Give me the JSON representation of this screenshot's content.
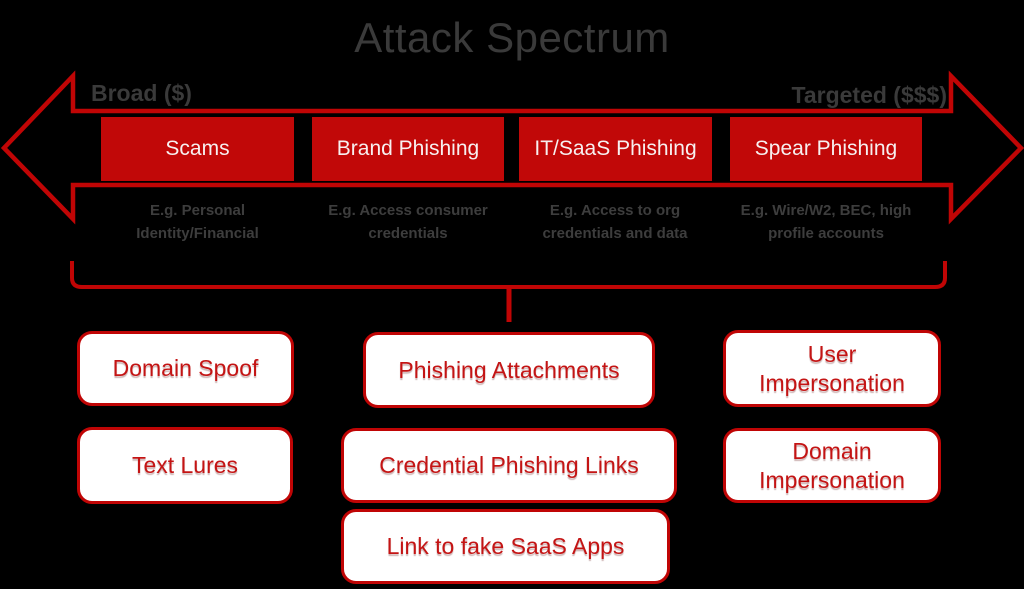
{
  "title": "Attack Spectrum",
  "colors": {
    "background": "#000000",
    "line_red": "#c00505",
    "category_fill": "#c10808",
    "category_text": "#f7f0f0",
    "gray_text": "#3a3a3a",
    "tactic_text_red": "#c41414",
    "tactic_fill": "#ffffff"
  },
  "spectrum": {
    "broad_label": "Broad ($)",
    "targeted_label": "Targeted ($$$)",
    "categories": [
      {
        "label": "Scams",
        "example_line1": "E.g. Personal",
        "example_line2": "Identity/Financial"
      },
      {
        "label": "Brand Phishing",
        "example_line1": "E.g. Access consumer",
        "example_line2": "credentials"
      },
      {
        "label": "IT/SaaS Phishing",
        "example_line1": "E.g. Access to org",
        "example_line2": "credentials and data"
      },
      {
        "label": "Spear Phishing",
        "example_line1": "E.g. Wire/W2, BEC, high",
        "example_line2": "profile accounts"
      }
    ]
  },
  "tactics": {
    "left": [
      "Domain Spoof",
      "Text Lures"
    ],
    "middle": [
      "Phishing Attachments",
      "Credential Phishing Links",
      "Link to fake SaaS Apps"
    ],
    "right": [
      "User Impersonation",
      "Domain Impersonation"
    ]
  }
}
